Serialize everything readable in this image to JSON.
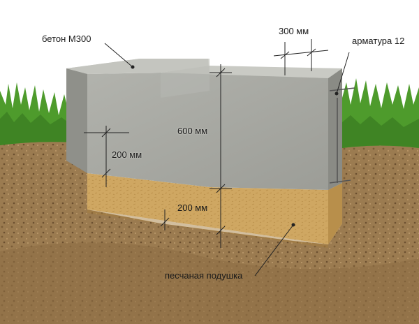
{
  "labels": {
    "concrete": "бетон М300",
    "width": "300 мм",
    "rebar": "арматура 12",
    "total_height": "600 мм",
    "depth_above_sand": "200 мм",
    "sand_height": "200 мм",
    "sand_cushion": "песчаная подушка"
  },
  "colors": {
    "concrete": "#a6a7a1",
    "sand": "#c9a25d",
    "soil": "#9a7a4f",
    "grass": "#4e9b2c",
    "sky": "#ffffff",
    "dimension_line": "#222222"
  }
}
